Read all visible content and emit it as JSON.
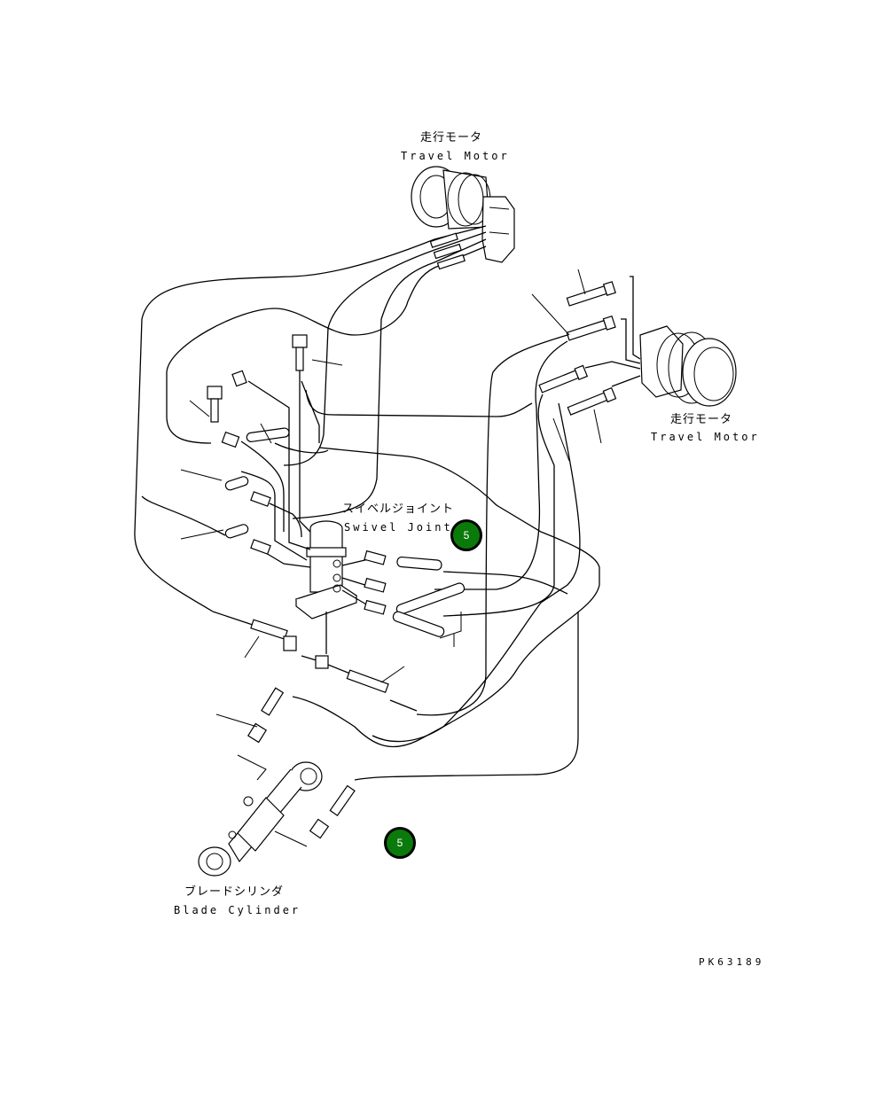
{
  "labels": {
    "travel_motor_top_jp": "走行モータ",
    "travel_motor_top_en": "Travel Motor",
    "travel_motor_right_jp": "走行モータ",
    "travel_motor_right_en": "Travel Motor",
    "swivel_joint_jp": "スイベルジョイント",
    "swivel_joint_en": "Swivel Joint",
    "blade_cylinder_jp": "ブレードシリンダ",
    "blade_cylinder_en": "Blade Cylinder",
    "drawing_number": "PK63189"
  },
  "callouts": [
    {
      "number": "5"
    },
    {
      "number": "5"
    }
  ],
  "colors": {
    "callout_fill": "#0a7a0a",
    "line": "#000000",
    "background": "#ffffff"
  }
}
